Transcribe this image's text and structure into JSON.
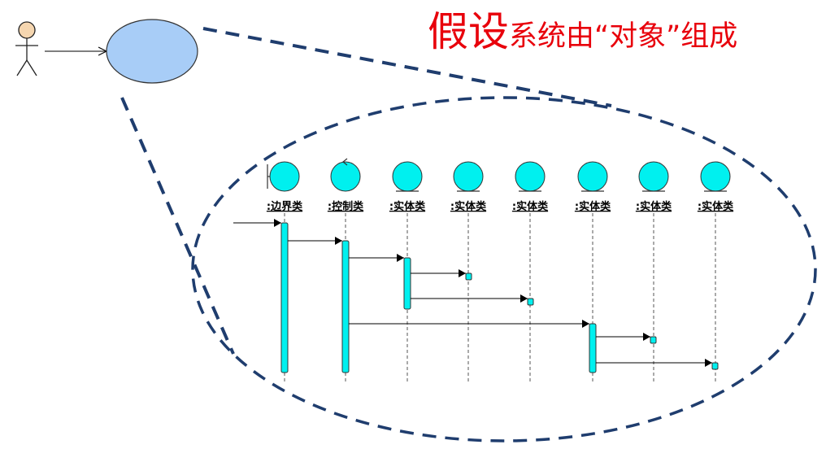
{
  "title": {
    "emphasis": "假设",
    "rest": "系统由“对象”组成"
  },
  "lifelines": [
    {
      "label": ":边界类",
      "kind": "boundary"
    },
    {
      "label": ":控制类",
      "kind": "control"
    },
    {
      "label": ":实体类",
      "kind": "entity"
    },
    {
      "label": ":实体类",
      "kind": "entity"
    },
    {
      "label": ":实体类",
      "kind": "entity"
    },
    {
      "label": ":实体类",
      "kind": "entity"
    },
    {
      "label": ":实体类",
      "kind": "entity"
    },
    {
      "label": ":实体类",
      "kind": "entity"
    }
  ],
  "colors": {
    "title": "#e8000b",
    "object_fill": "#00f0ef",
    "usecase_fill": "#a8cdf7",
    "actor_fill": "#f5d6b0",
    "zoom_line": "#1f3d6e"
  }
}
